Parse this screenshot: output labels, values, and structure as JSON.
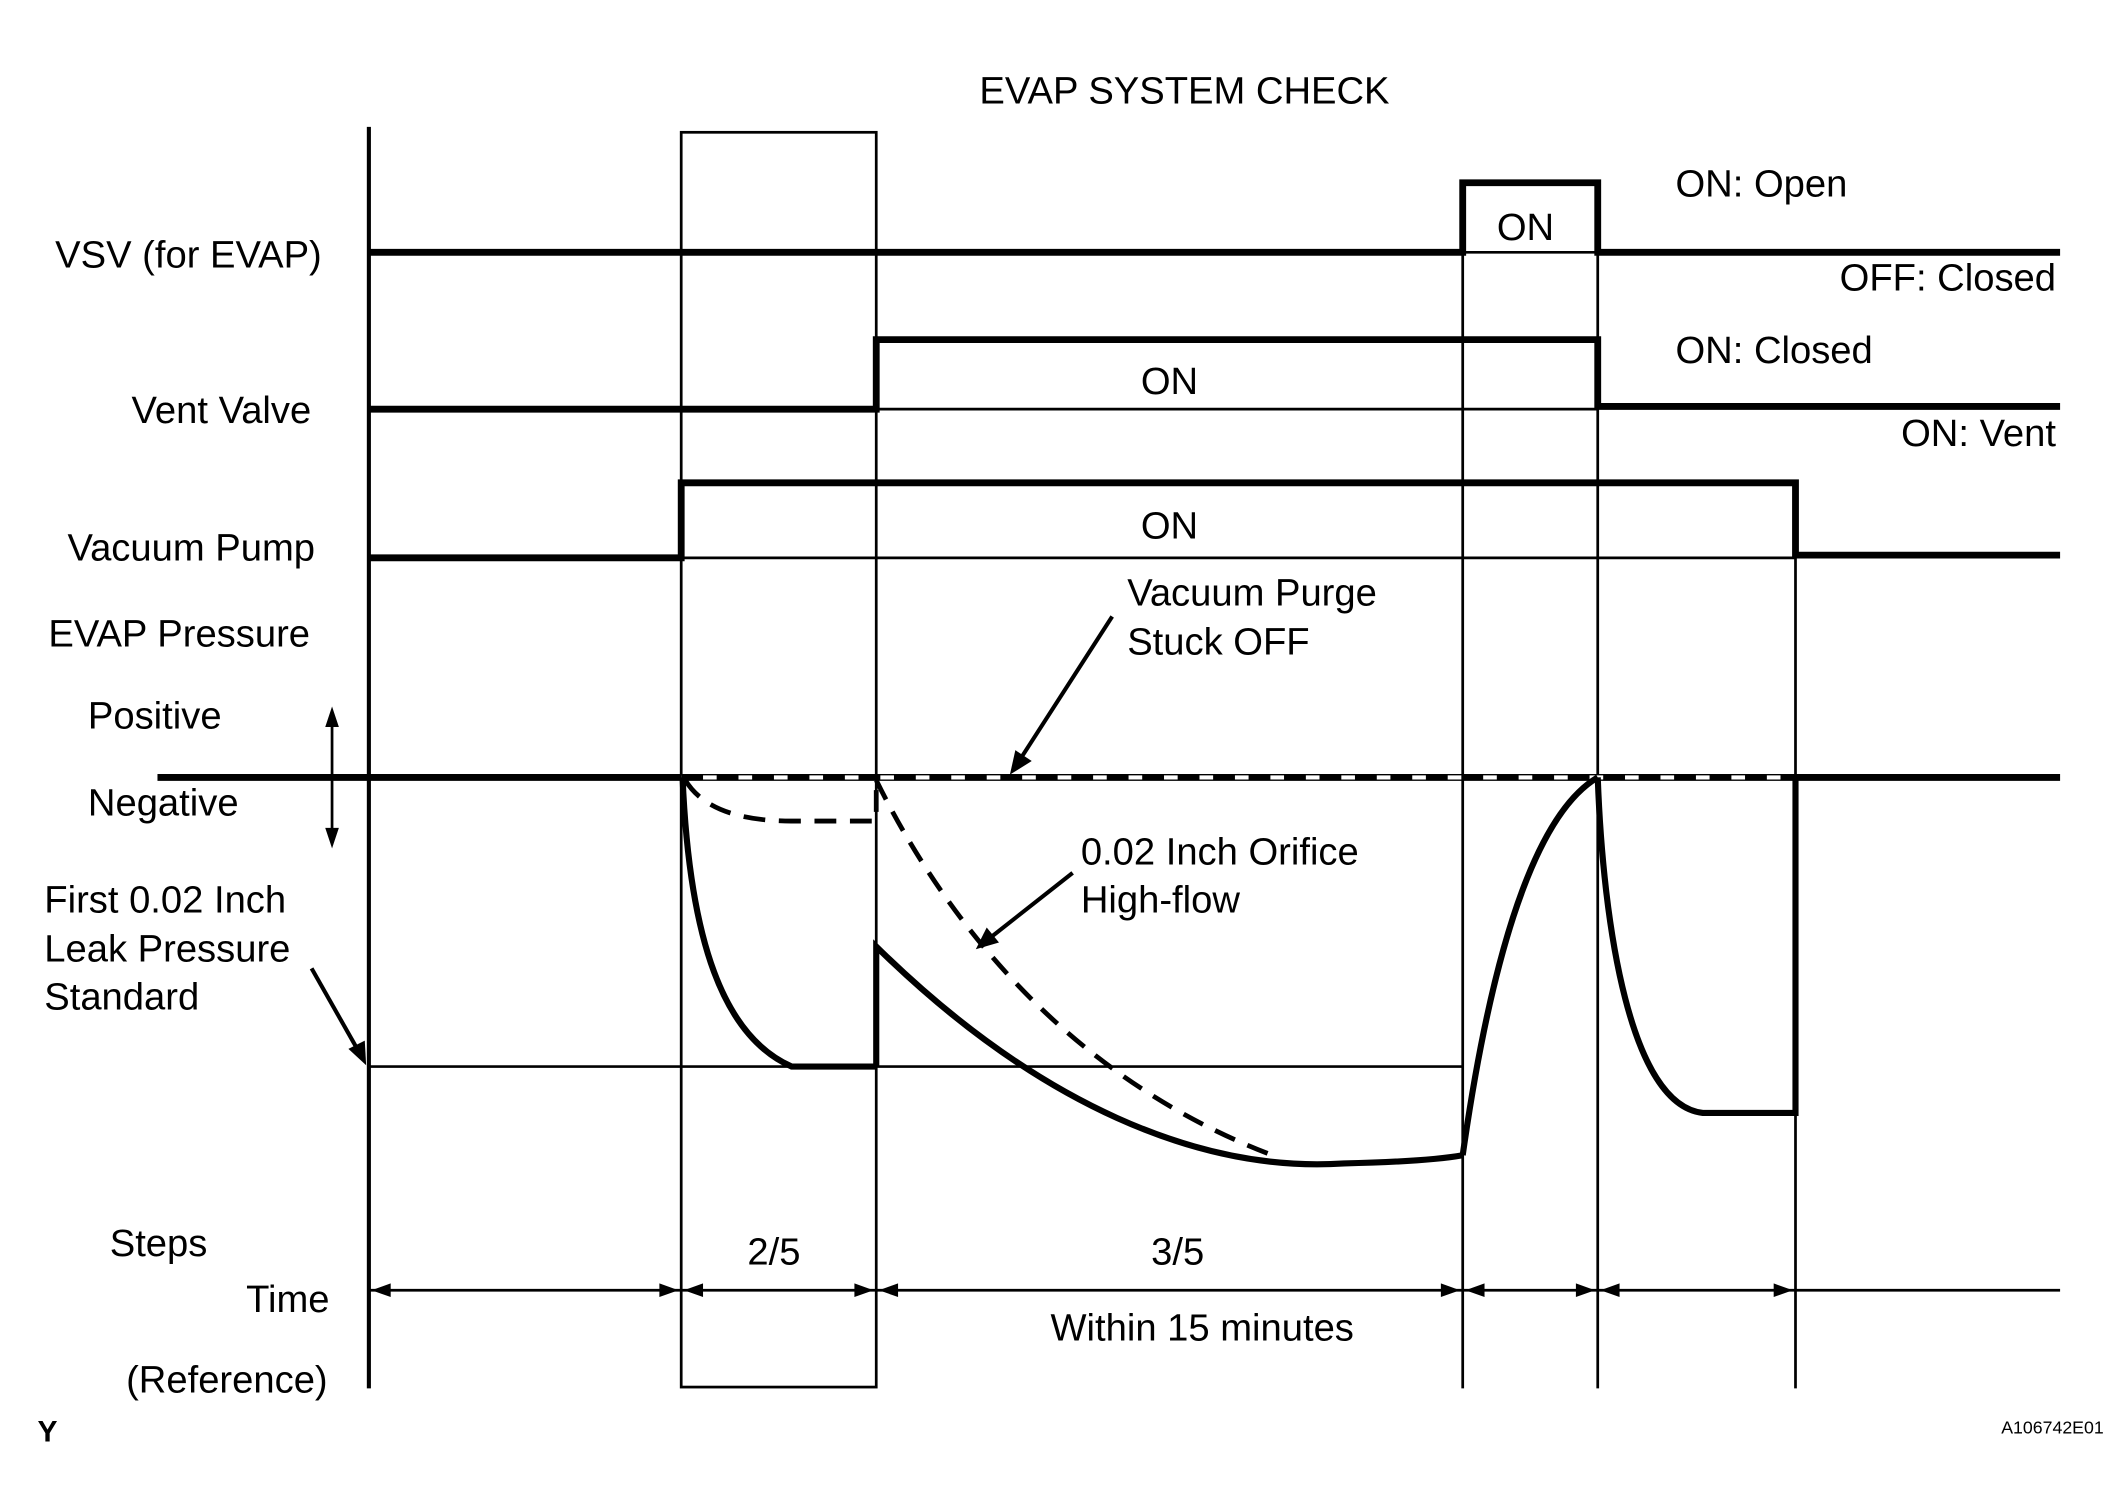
{
  "title": "EVAP SYSTEM CHECK",
  "rows": {
    "vsv": "VSV (for EVAP)",
    "vent_valve": "Vent Valve",
    "vacuum_pump": "Vacuum Pump",
    "evap_pressure": "EVAP Pressure",
    "positive": "Positive",
    "negative": "Negative",
    "leak_line1": "First 0.02 Inch",
    "leak_line2": "Leak Pressure",
    "leak_line3": "Standard",
    "steps": "Steps",
    "time": "Time",
    "reference": "(Reference)"
  },
  "states": {
    "vsv_on": "ON",
    "vent_on": "ON",
    "pump_on": "ON",
    "vsv_open": "ON: Open",
    "vsv_closed": "OFF: Closed",
    "vent_closed": "ON: Closed",
    "vent_vent": "ON: Vent"
  },
  "annotations": {
    "purge_line1": "Vacuum Purge",
    "purge_line2": "Stuck OFF",
    "orifice_line1": "0.02 Inch Orifice",
    "orifice_line2": "High-flow"
  },
  "steps": {
    "step2": "2/5",
    "step3": "3/5",
    "time_note": "Within 15 minutes"
  },
  "footer": {
    "corner_letter": "Y",
    "figure_id": "A106742E01"
  }
}
